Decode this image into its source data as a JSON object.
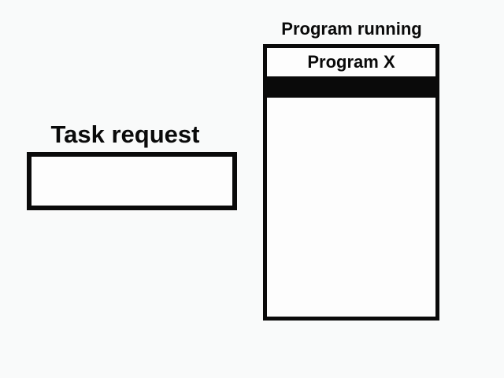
{
  "diagram": {
    "colors": {
      "background": "#f9fafa",
      "line": "#0a0a0a",
      "fill": "#fdfdfd",
      "bar": "#0a0a0a"
    },
    "program": {
      "title": "Program running",
      "header": "Program X"
    },
    "task": {
      "title": "Task request"
    }
  }
}
